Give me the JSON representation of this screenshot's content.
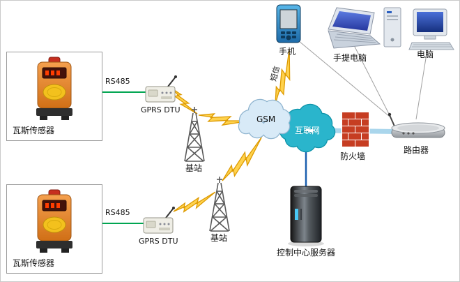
{
  "nodes": {
    "sensor_top": {
      "label": "瓦斯传感器"
    },
    "sensor_bottom": {
      "label": "瓦斯传感器"
    },
    "dtu_top": {
      "label": "GPRS DTU"
    },
    "dtu_bottom": {
      "label": "GPRS DTU"
    },
    "station_top": {
      "label": "基站"
    },
    "station_bottom": {
      "label": "基站"
    },
    "gsm_cloud": {
      "label": "GSM"
    },
    "internet_cloud": {
      "label": "互联网"
    },
    "phone": {
      "label": "手机"
    },
    "laptop": {
      "label": "手提电脑"
    },
    "desktop": {
      "label": "电脑"
    },
    "firewall": {
      "label": "防火墙"
    },
    "router": {
      "label": "路由器"
    },
    "server": {
      "label": "控制中心服务器"
    }
  },
  "links": {
    "rs485_top": {
      "label": "RS485"
    },
    "rs485_bottom": {
      "label": "RS485"
    },
    "sms": {
      "label": "短信"
    }
  },
  "colors": {
    "rs485_line": "#00a551",
    "lightning_fill": "#ffd24d",
    "lightning_stroke": "#dd9a00",
    "gsm_cloud_fill": "#d8eaf7",
    "gsm_cloud_stroke": "#8fb4cf",
    "internet_cloud_fill": "#2ab5cc",
    "internet_cloud_stroke": "#0d92a8",
    "backbone_pipe": "#aad6ec",
    "server_link": "#1a5fae",
    "thin_link": "#a0a0a0"
  }
}
